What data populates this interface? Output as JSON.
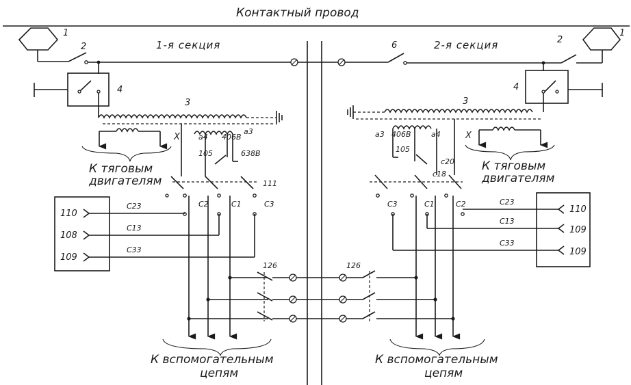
{
  "labels": {
    "contact_wire": "Контактный провод",
    "section_1": "1-я секция",
    "section_2": "2-я секция",
    "traction_left_1": "К тяговым",
    "traction_left_2": "двигателям",
    "traction_right_1": "К тяговым",
    "traction_right_2": "двигателям",
    "aux_left_1": "К вспомогательным",
    "aux_left_2": "цепям",
    "aux_right_1": "К вспомогательным",
    "aux_right_2": "цепям"
  },
  "markers": {
    "pantograph": "1",
    "switch_2": "2",
    "transformer": "3",
    "switch_4": "4",
    "switch_6": "6",
    "x": "X",
    "a4": "а4",
    "a3": "а3",
    "v406": "406В",
    "v638": "638В",
    "n105": "105",
    "n111": "111",
    "n126": "126",
    "c20": "с20",
    "c18": "с18"
  },
  "contacts": {
    "c1": "С1",
    "c2": "С2",
    "c3": "С3"
  },
  "wires": {
    "c23": "С23",
    "c13": "С13",
    "c33": "С33"
  },
  "plugs": {
    "p110": "110",
    "p108": "108",
    "p109": "109"
  }
}
